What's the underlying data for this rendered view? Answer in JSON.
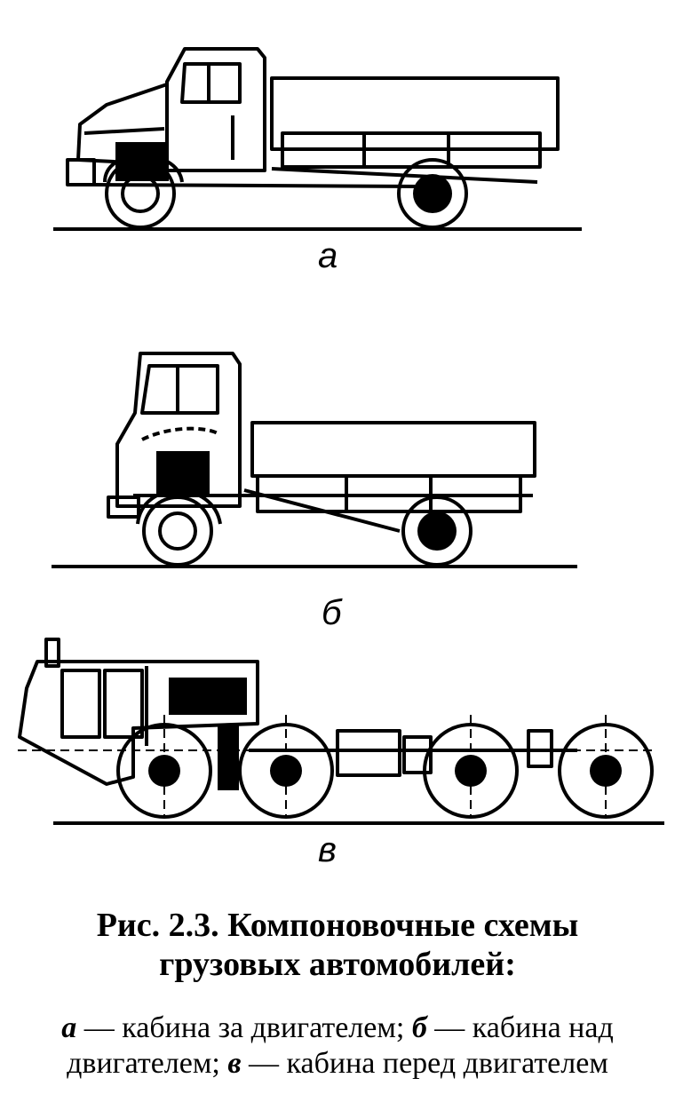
{
  "figure": {
    "panels": [
      {
        "id": "a",
        "label": "а"
      },
      {
        "id": "b",
        "label": "б"
      },
      {
        "id": "c",
        "label": "в"
      }
    ],
    "caption": {
      "title_line1": "Рис. 2.3. Компоновочные схемы",
      "title_line2": "грузовых автомобилей:",
      "legend": [
        {
          "letter": "а",
          "sep": " — ",
          "text": "кабина за двигателем; "
        },
        {
          "letter": "б",
          "sep": " — ",
          "text": "кабина над"
        },
        {
          "text": "двигателем; "
        },
        {
          "letter": "в",
          "sep": " — ",
          "text": "кабина перед двигателем"
        }
      ]
    }
  }
}
